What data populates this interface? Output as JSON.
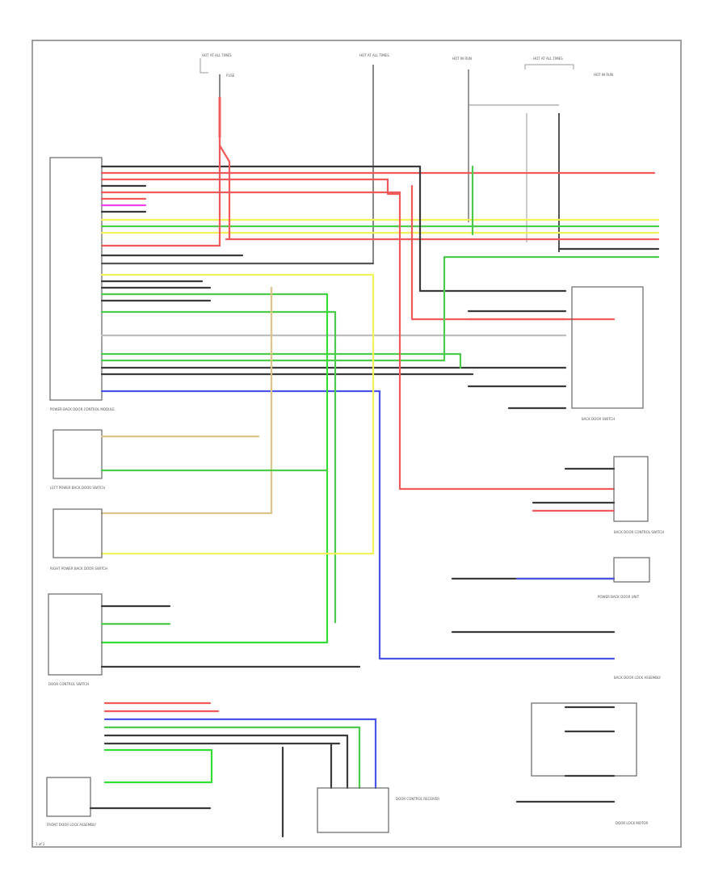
{
  "colors": {
    "red": "#f05a5a",
    "yellow": "#f2f25a",
    "green": "#4ccc4c",
    "bright_green": "#33dd33",
    "blue": "#4a55e8",
    "black": "#3a3a3a",
    "gray": "#bdbdbd",
    "tan": "#d9c48a",
    "magenta": "#ee44ee",
    "frame": "#888888"
  },
  "labels": {
    "top_fuse_1": "HOT AT ALL TIMES",
    "top_fuse_1_desc": "FUSE",
    "top_fuse_2": "HOT AT ALL TIMES",
    "top_fuse_3": "HOT IN RUN",
    "top_fuse_4": "HOT AT ALL TIMES",
    "top_fuse_5": "HOT IN RUN",
    "left_module_name": "POWER BACK DOOR CONTROL MODULE",
    "left_switch_1": "LEFT POWER BACK DOOR SWITCH",
    "right_switch": "RIGHT POWER BACK DOOR SWITCH",
    "back_door_switch": "BACK DOOR SWITCH",
    "back_door_control": "BACK DOOR CONTROL SWITCH",
    "power_back_door_unit": "POWER BACK DOOR UNIT",
    "back_door_lock": "BACK DOOR LOCK ASSEMBLY",
    "door_control": "DOOR CONTROL SWITCH",
    "door_lock_motor": "DOOR LOCK MOTOR",
    "bottom_left_module": "FRONT DOOR LOCK ASSEMBLY",
    "bottom_switch": "DOOR CONTROL RECEIVER",
    "footer": "1 of 2"
  }
}
